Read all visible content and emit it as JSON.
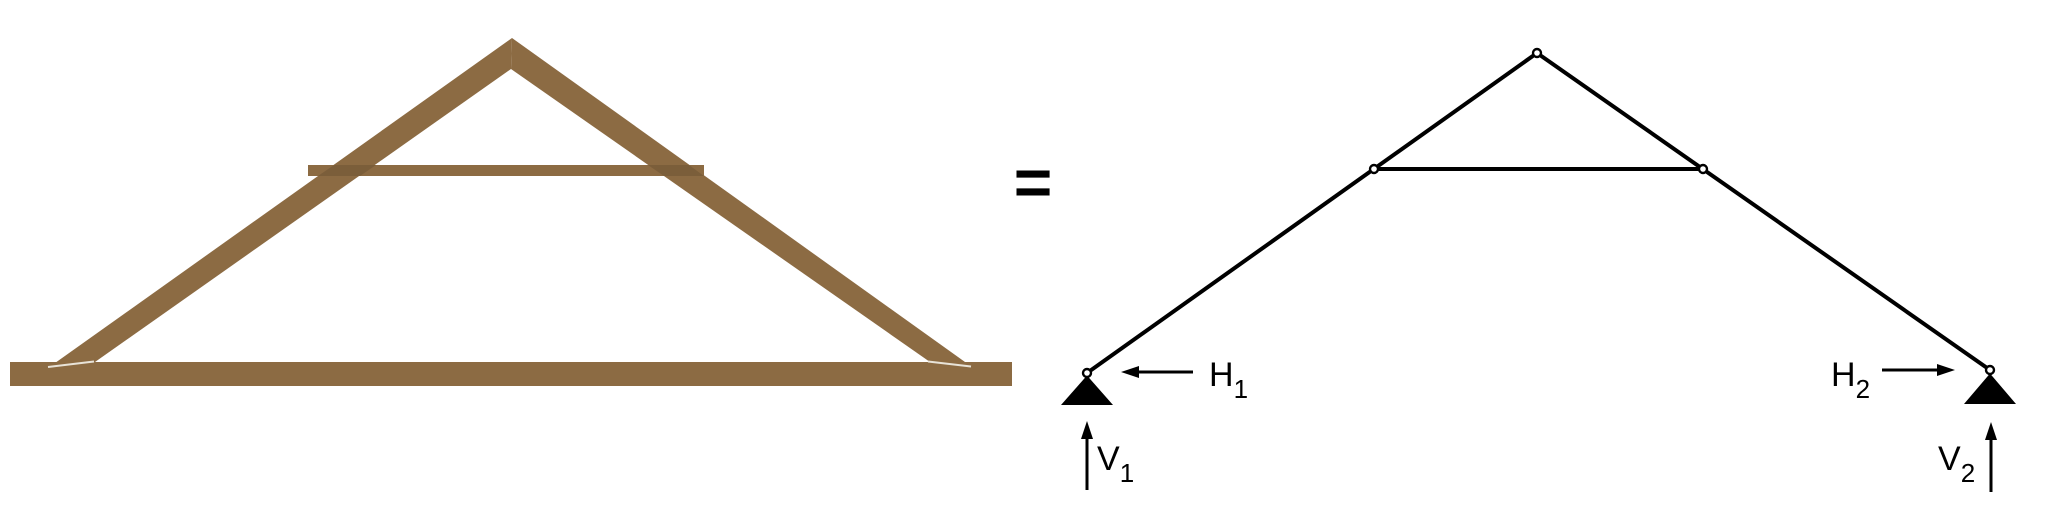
{
  "figure": {
    "equals_sign": "=",
    "colors": {
      "wood": "#8c6b43",
      "wood_seam": "#e8e3d8",
      "line": "#000000",
      "background": "#ffffff"
    },
    "labels": {
      "h1": {
        "main": "H",
        "sub": "1"
      },
      "v1": {
        "main": "V",
        "sub": "1"
      },
      "h2": {
        "main": "H",
        "sub": "2"
      },
      "v2": {
        "main": "V",
        "sub": "2"
      }
    },
    "icons": {
      "pin_support": "filled-triangle",
      "pin_joint": "open-circle",
      "force_arrow": "black-arrow"
    }
  }
}
